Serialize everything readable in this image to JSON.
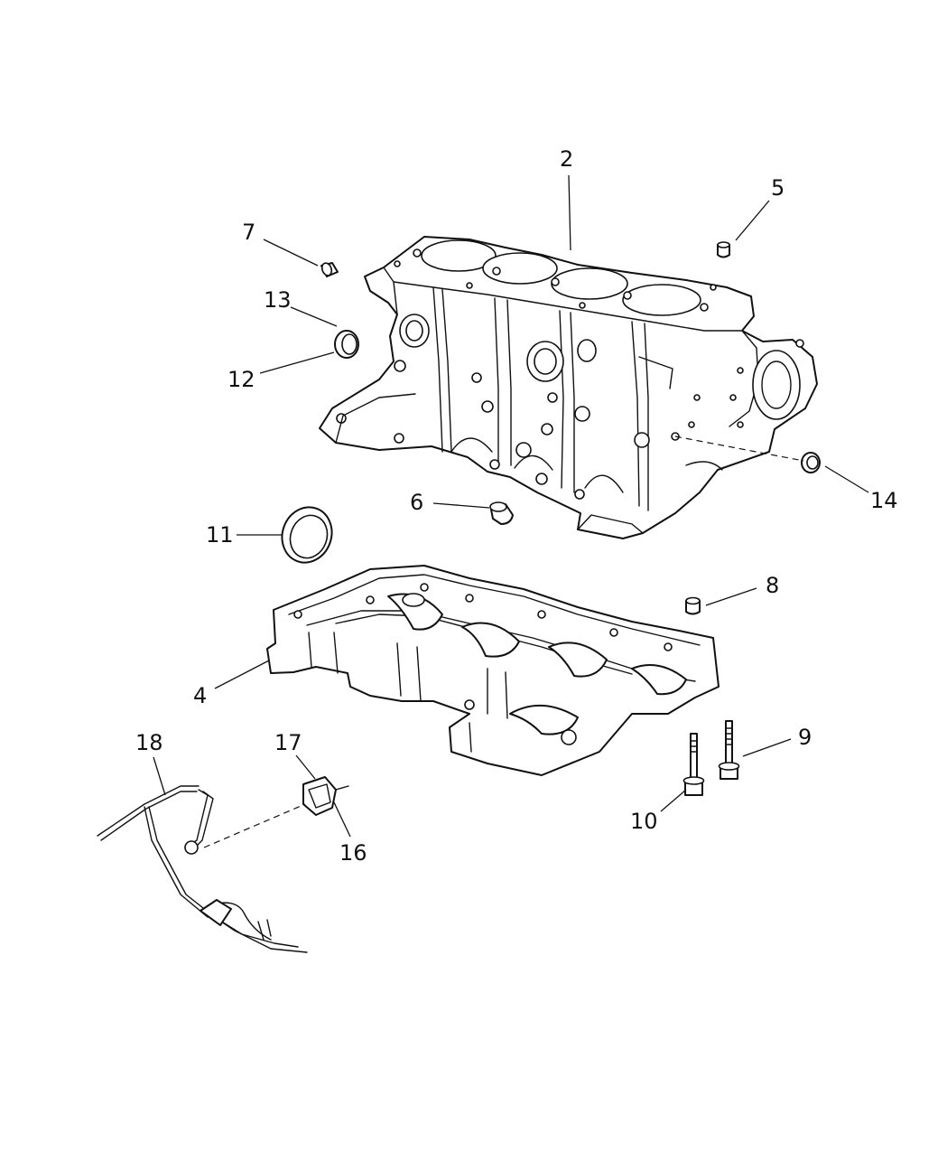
{
  "callouts": {
    "c2": "2",
    "c4": "4",
    "c5": "5",
    "c6": "6",
    "c7": "7",
    "c8": "8",
    "c9": "9",
    "c10": "10",
    "c11": "11",
    "c12": "12",
    "c13": "13",
    "c14": "14",
    "c16": "16",
    "c17": "17",
    "c18": "18"
  }
}
